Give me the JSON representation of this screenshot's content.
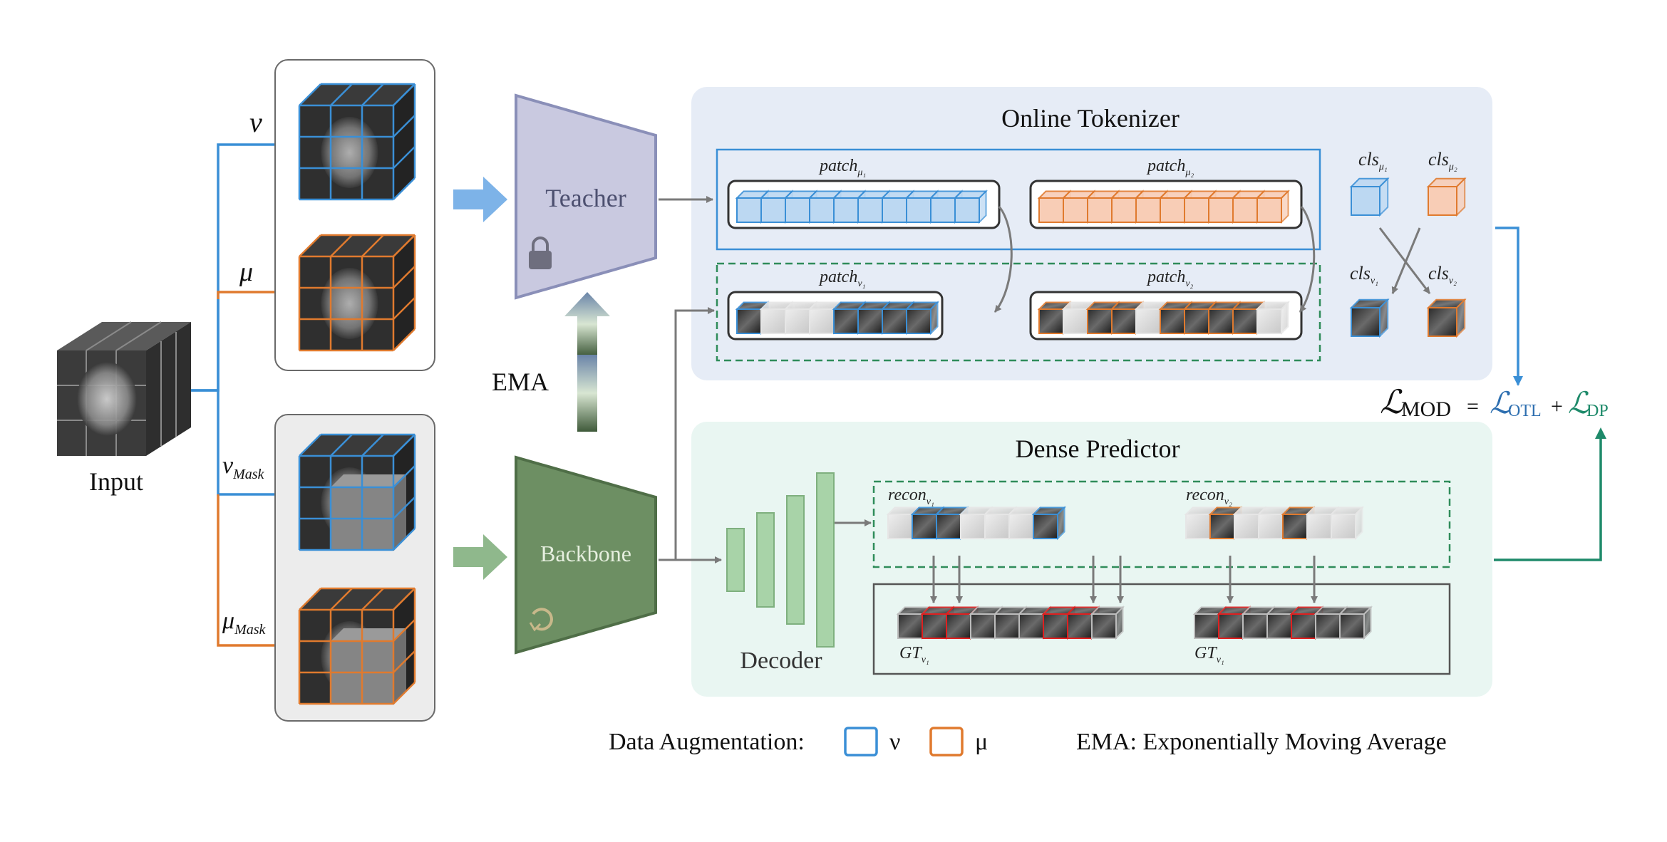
{
  "labels": {
    "input": "Input",
    "branch_v": "v",
    "branch_mu": "μ",
    "branch_v_mask_main": "v",
    "branch_v_mask_sub": "Mask",
    "branch_mu_mask_main": "μ",
    "branch_mu_mask_sub": "Mask",
    "teacher": "Teacher",
    "backbone": "Backbone",
    "ema": "EMA",
    "decoder": "Decoder",
    "online_tokenizer": "Online Tokenizer",
    "dense_predictor": "Dense Predictor"
  },
  "tokens": {
    "patch": "patch",
    "cls": "cls",
    "recon": "recon",
    "gt": "GT",
    "sub_mu1": "μ₁",
    "sub_mu2": "μ₂",
    "sub_v1": "v₁",
    "sub_v2": "v₂"
  },
  "loss": {
    "symbol": "ℒ",
    "mod": "MOD",
    "equals": "=",
    "otl": "OTL",
    "plus": "+",
    "dp": "DP"
  },
  "legend": {
    "data_aug_label": "Data Augmentation:",
    "v_label": "ν",
    "mu_label": "μ",
    "ema_def": "EMA: Exponentially Moving Average"
  },
  "colors": {
    "blue": "#3a8fd6",
    "orange": "#e07a2e",
    "green": "#1e8a6a",
    "teal_text": "#2f8c86",
    "teacher_fill": "#c9c9e0",
    "backbone_fill": "#6d8f63",
    "red": "#e02020"
  }
}
